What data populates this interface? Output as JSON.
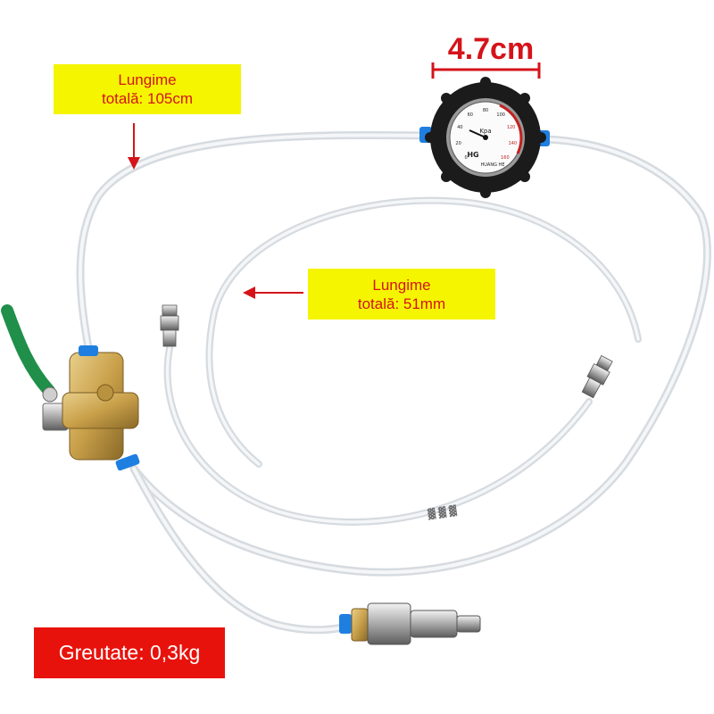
{
  "annotations": {
    "total_length_tube_1": {
      "line1": "Lungime",
      "line2": "totală: 105cm"
    },
    "total_length_tube_2": {
      "line1": "Lungime",
      "line2": "totală: 51mm"
    },
    "gauge_size": "4.7cm",
    "weight": "Greutate: 0,3kg"
  },
  "gauge_face": {
    "scale_numbers": [
      "0",
      "20",
      "40",
      "60",
      "80",
      "100",
      "120",
      "140",
      "160"
    ],
    "unit": "Kpa",
    "brand": "HG",
    "maker": "HUANG HE"
  },
  "tube_print": "▓ ▓ ▓",
  "colors": {
    "label_background": "#f5f500",
    "label_text": "#d4141a",
    "weight_background": "#e8120c",
    "weight_text": "#ffffff",
    "handle_green": "#1f8f4a",
    "fitting_blue": "#1f7fe0",
    "brass": "#c9a04a"
  }
}
